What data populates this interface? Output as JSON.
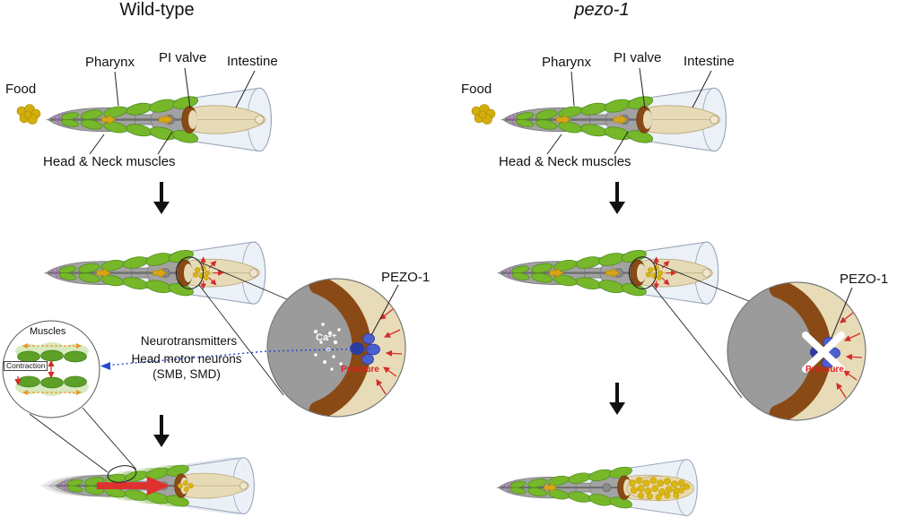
{
  "figure": {
    "left": {
      "title": "Wild-type",
      "labels": {
        "food": "Food",
        "pharynx": "Pharynx",
        "pi_valve": "PI valve",
        "intestine": "Intestine",
        "head_neck_muscles": "Head & Neck muscles"
      },
      "neuro": {
        "line1": "Neurotransmitters",
        "line2": "Head motor neurons",
        "line3": "(SMB, SMD)"
      },
      "inset": {
        "muscles": "Muscles",
        "contraction": "Contraction"
      },
      "zoom": {
        "channel": "PEZO-1",
        "calcium": "Ca²⁺",
        "pressure": "Pressure"
      }
    },
    "right": {
      "title": "pezo-1",
      "labels": {
        "food": "Food",
        "pharynx": "Pharynx",
        "pi_valve": "PI valve",
        "intestine": "Intestine",
        "head_neck_muscles": "Head & Neck muscles"
      },
      "zoom": {
        "channel": "PEZO-1",
        "pressure": "Pressure"
      }
    },
    "colors": {
      "muscle_green": "#76b82a",
      "pharynx_gray": "#a2a2a2",
      "valve_brown": "#8a4a15",
      "intestine_tan": "#e7dbb7",
      "food_yellow": "#d4b10b",
      "pezo_blue": "#4a5fd0",
      "pressure_red": "#d42b2b",
      "body_fill": "#e9eef6"
    }
  }
}
